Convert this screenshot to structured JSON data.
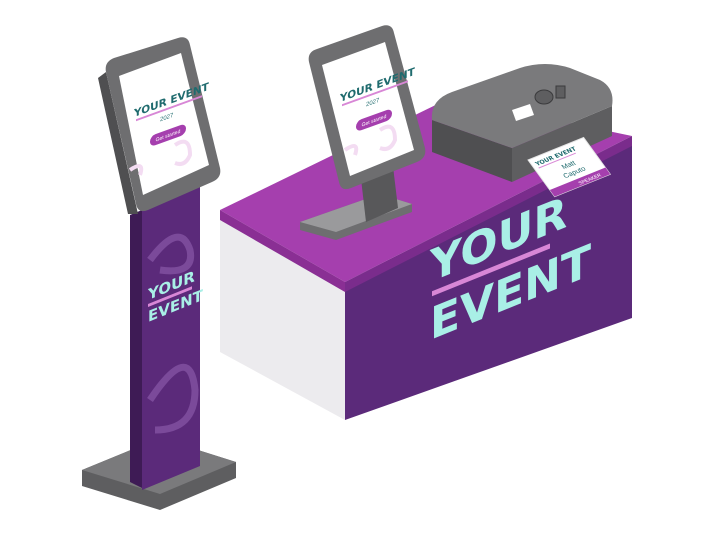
{
  "floor_kiosk": {
    "screen": {
      "title": "YOUR EVENT",
      "year": "2027",
      "button": "Get started"
    },
    "pillar": {
      "line1": "YOUR",
      "line2": "EVENT"
    }
  },
  "desk_kiosk": {
    "screen": {
      "title": "YOUR EVENT",
      "year": "2027",
      "button": "Get started"
    }
  },
  "desk": {
    "line1": "YOUR",
    "line2": "EVENT"
  },
  "badge": {
    "event": "YOUR EVENT",
    "first_name": "Matt",
    "last_name": "Caputo",
    "role": "SPEAKER"
  },
  "colors": {
    "purple_dark": "#5b2a7a",
    "magenta": "#a53fae",
    "teal_text": "#1f6b6e",
    "mint_text": "#a9efe6",
    "pink_accent": "#d887d6",
    "frame_gray": "#6e6e70"
  }
}
